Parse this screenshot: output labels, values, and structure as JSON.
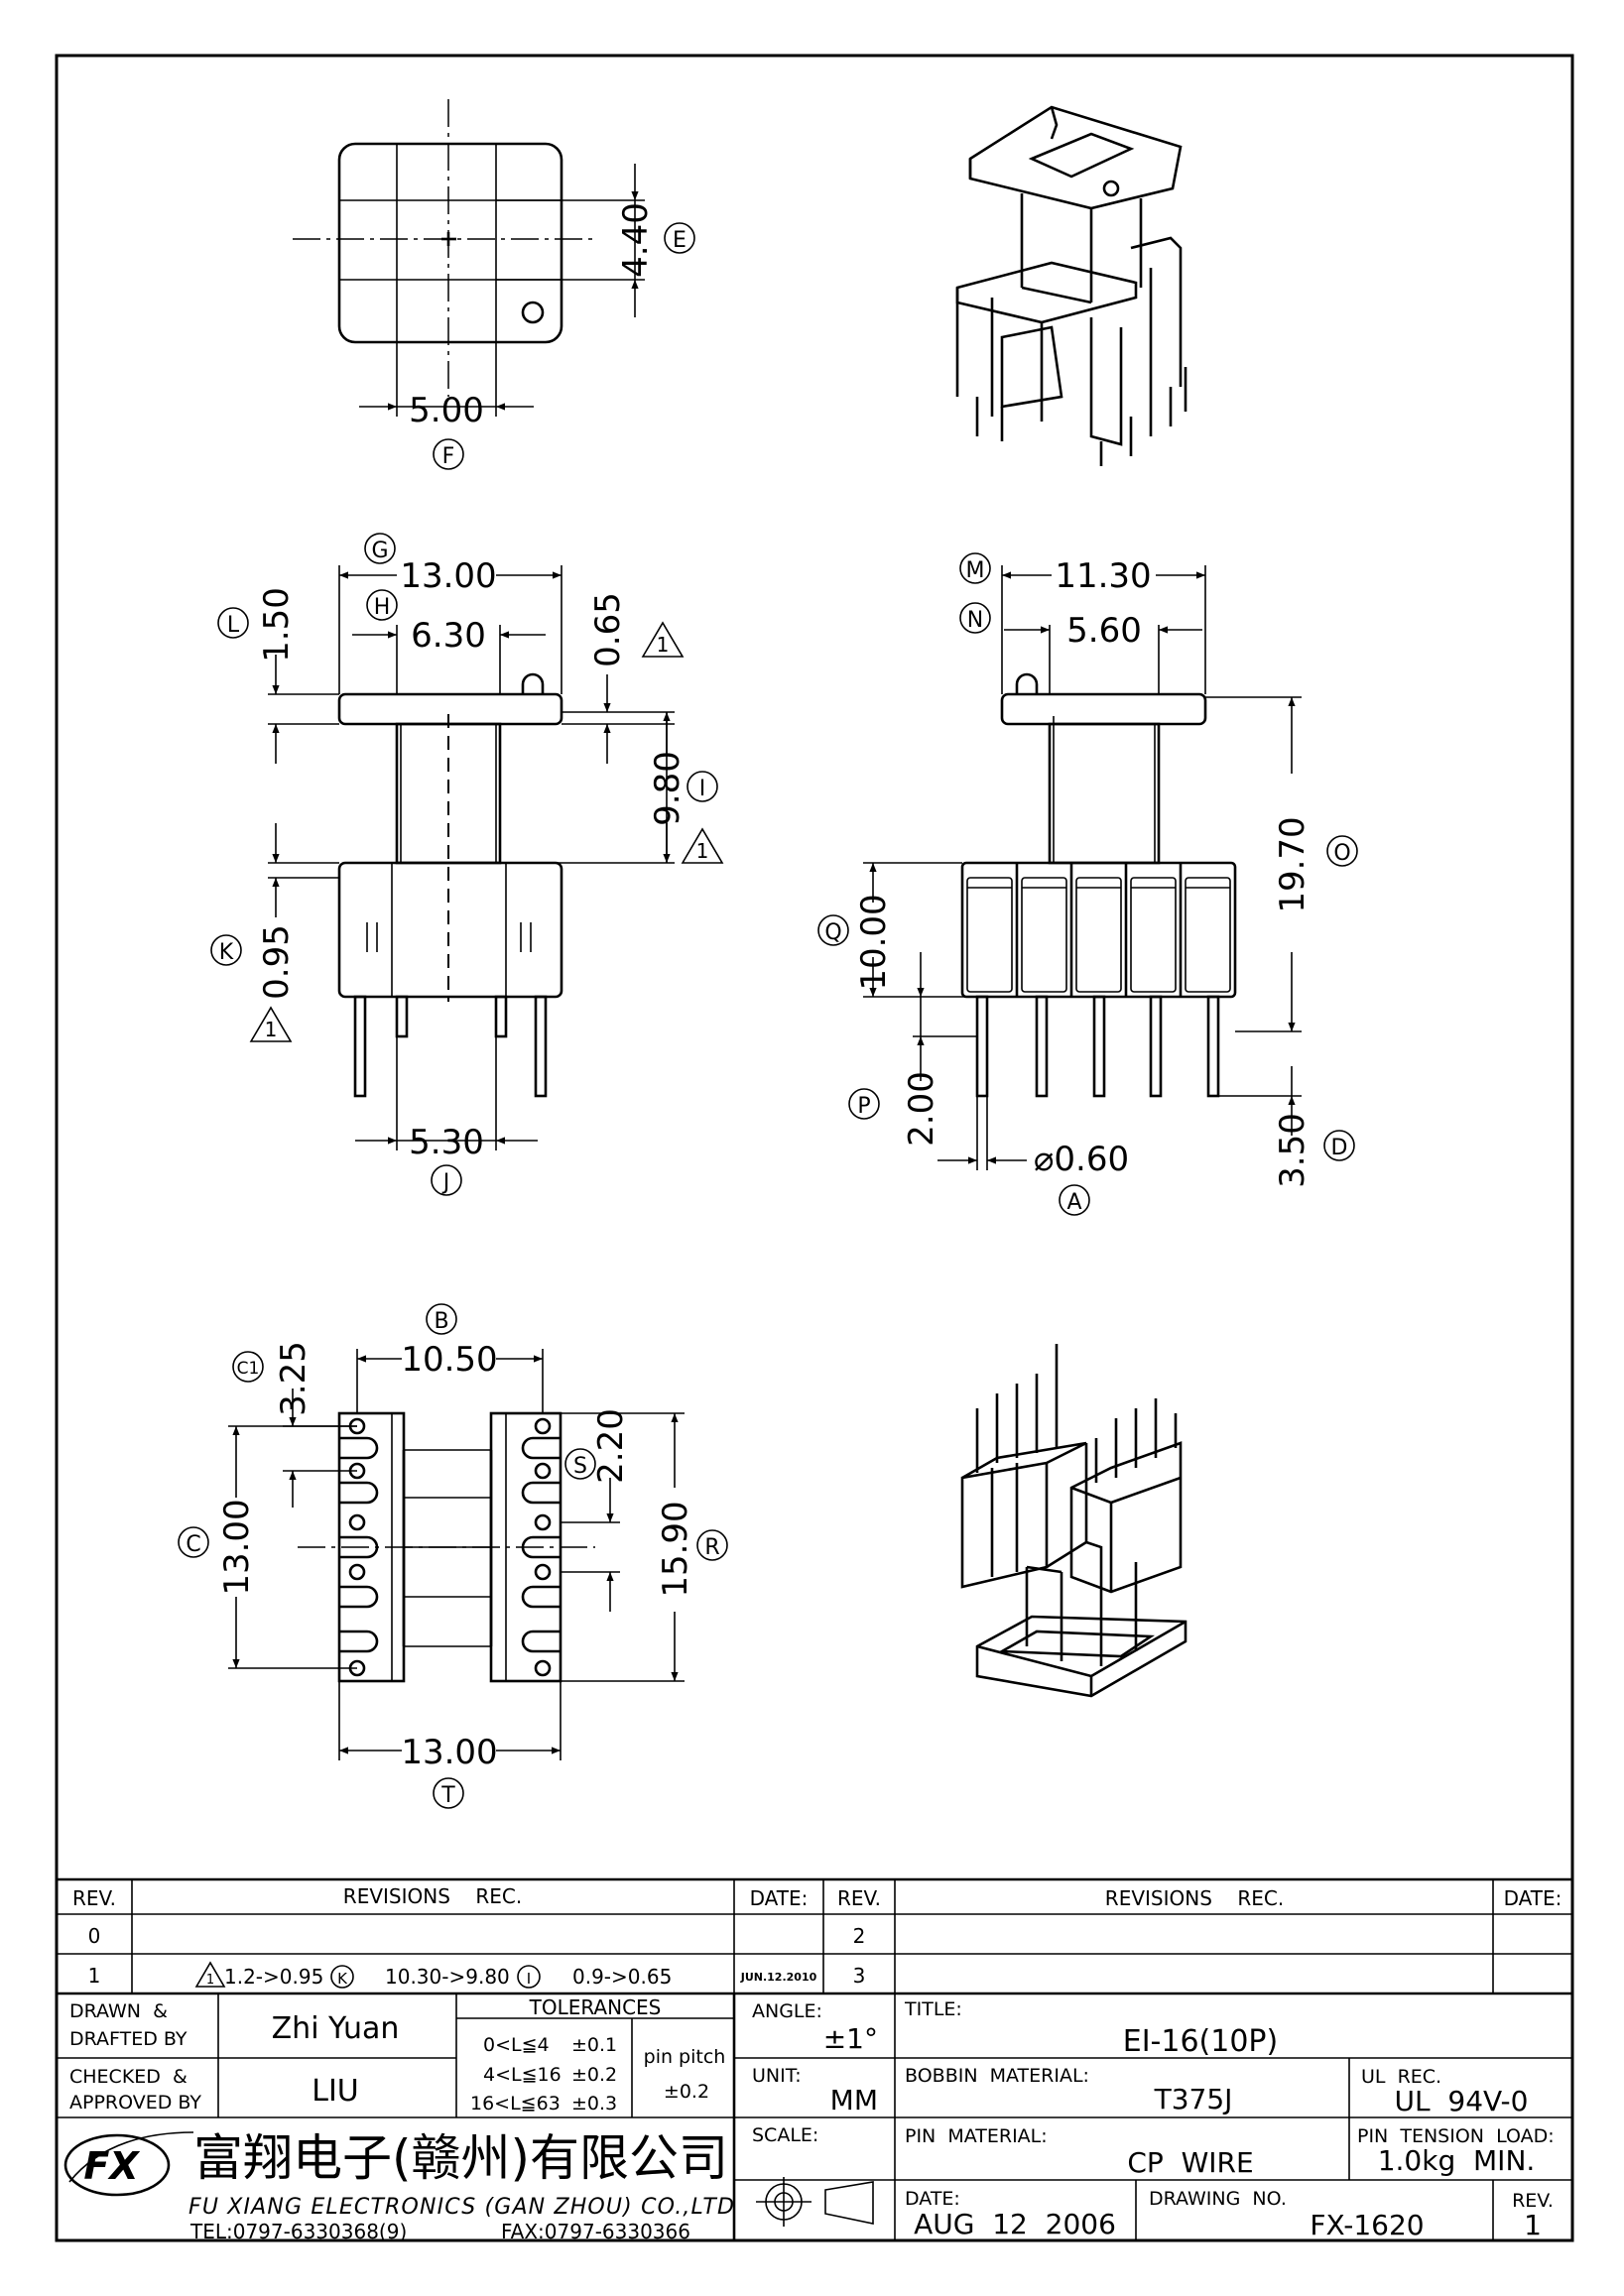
{
  "views": {
    "top": {
      "dim_e": "4.40",
      "lbl_e": "E",
      "dim_f": "5.00",
      "lbl_f": "F"
    },
    "front": {
      "dim_g": "13.00",
      "lbl_g": "G",
      "dim_h": "6.30",
      "lbl_h": "H",
      "dim_l": "1.50",
      "lbl_l": "L",
      "dim_065": "0.65",
      "delta1": "1",
      "dim_i": "9.80",
      "lbl_i": "I",
      "delta2": "1",
      "dim_k": "0.95",
      "lbl_k": "K",
      "delta3": "1",
      "dim_j": "5.30",
      "lbl_j": "J"
    },
    "side": {
      "dim_m": "11.30",
      "lbl_m": "M",
      "dim_n": "5.60",
      "lbl_n": "N",
      "dim_o": "19.70",
      "lbl_o": "O",
      "dim_q": "10.00",
      "lbl_q": "Q",
      "dim_p": "2.00",
      "lbl_p": "P",
      "dim_a": "⌀0.60",
      "lbl_a": "A",
      "dim_d": "3.50",
      "lbl_d": "D"
    },
    "bottom": {
      "dim_b": "10.50",
      "lbl_b": "B",
      "dim_c1": "3.25",
      "lbl_c1": "C1",
      "dim_s": "2.20",
      "lbl_s": "S",
      "dim_c": "13.00",
      "lbl_c": "C",
      "dim_r": "15.90",
      "lbl_r": "R",
      "dim_t": "13.00",
      "lbl_t": "T"
    }
  },
  "title_block": {
    "rev_header": "REV.",
    "revisions_header": "REVISIONS    REC.",
    "date_header": "DATE:",
    "rev_header2": "REV.",
    "revisions_header2": "REVISIONS    REC.",
    "date_header2": "DATE:",
    "rev_0": "0",
    "rev_1": "1",
    "rev_2": "2",
    "rev_3": "3",
    "rev1_triangle": "1",
    "rev1_part1": "1.2->0.95",
    "rev1_k": "K",
    "rev1_part2": "10.30->9.80",
    "rev1_i": "I",
    "rev1_part3": "0.9->0.65",
    "rev1_date": "JUN.12.2010",
    "drawn_label_1": "DRAWN  &",
    "drawn_label_2": "DRAFTED BY",
    "drawn_value": "Zhi Yuan",
    "checked_label_1": "CHECKED  &",
    "checked_label_2": "APPROVED BY",
    "checked_value": "LIU",
    "tolerances_header": "TOLERANCES",
    "tol_1": "0<L≦4",
    "tol_1_v": "±0.1",
    "tol_2": "4<L≦16",
    "tol_2_v": "±0.2",
    "tol_3": "16<L≦63",
    "tol_3_v": "±0.3",
    "pin_pitch_label": "pin pitch",
    "pin_pitch_value": "±0.2",
    "angle_label": "ANGLE:",
    "angle_value": "±1°",
    "unit_label": "UNIT:",
    "unit_value": "MM",
    "scale_label": "SCALE:",
    "title_label": "TITLE:",
    "title_value": "EI-16(10P)",
    "bobbin_material_label": "BOBBIN  MATERIAL:",
    "bobbin_material_value": "T375J",
    "ul_rec_label": "UL  REC.",
    "ul_rec_value": "UL  94V-0",
    "pin_material_label": "PIN  MATERIAL:",
    "pin_material_value": "CP  WIRE",
    "pin_tension_label": "PIN  TENSION  LOAD:",
    "pin_tension_value": "1.0kg  MIN.",
    "date_label": "DATE:",
    "date_value": "AUG  12  2006",
    "drawing_no_label": "DRAWING  NO.",
    "drawing_no_value": "FX-1620",
    "rev_label": "REV.",
    "rev_value": "1",
    "company_cn": "富翔电子(赣州)有限公司",
    "company_en": "FU XIANG ELECTRONICS (GAN ZHOU) CO.,LTD",
    "tel": "TEL:0797-6330368(9)",
    "fax": "FAX:0797-6330366",
    "logo_text": "FX"
  }
}
